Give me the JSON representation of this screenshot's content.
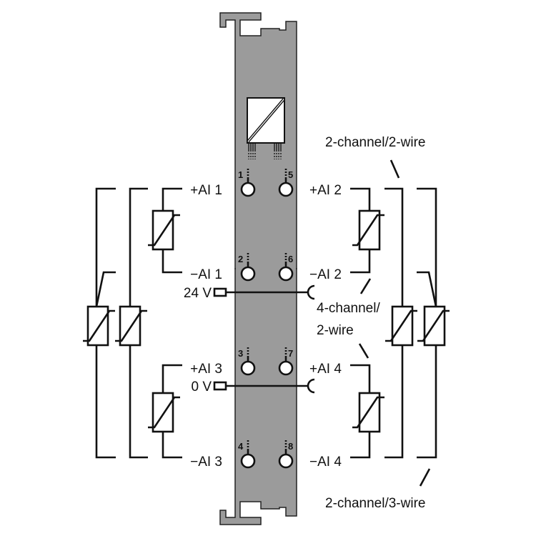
{
  "colors": {
    "module_body": "#9b9b9b",
    "line": "#111111"
  },
  "terminals": {
    "t1": "1",
    "t2": "2",
    "t3": "3",
    "t4": "4",
    "t5": "5",
    "t6": "6",
    "t7": "7",
    "t8": "8"
  },
  "left_labels": {
    "ai1_plus": "+AI 1",
    "ai1_minus": "−AI 1",
    "v24": "24 V",
    "ai3_plus": "+AI 3",
    "v0": "0 V",
    "ai3_minus": "−AI 3"
  },
  "right_labels": {
    "ai2_plus": "+AI 2",
    "ai2_minus": "−AI 2",
    "ai4_plus": "+AI 4",
    "ai4_minus": "−AI 4"
  },
  "annotations": {
    "two_ch_two_wire": "2-channel/2-wire",
    "four_ch_line1": "4-channel/",
    "four_ch_line2": "2-wire",
    "two_ch_three_wire": "2-channel/3-wire"
  }
}
